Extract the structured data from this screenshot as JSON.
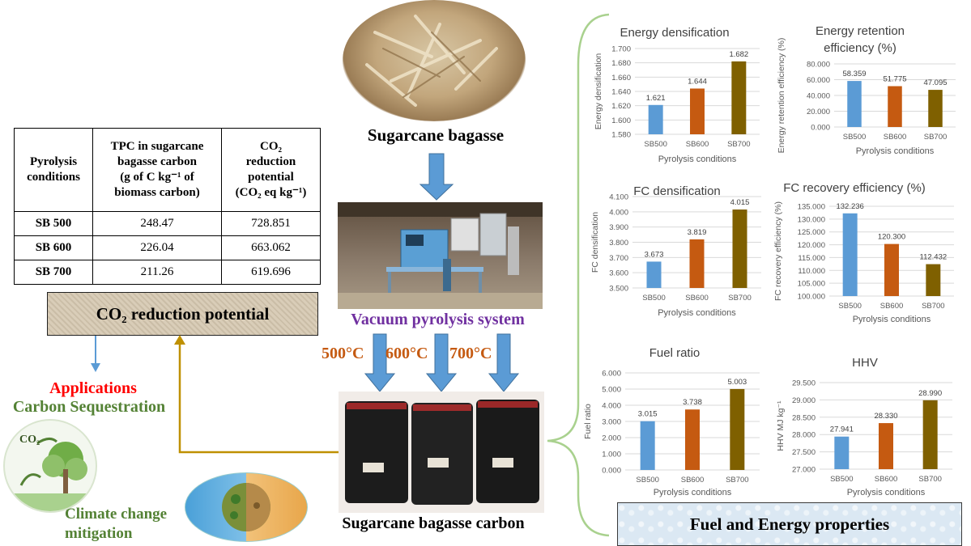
{
  "table": {
    "headers": [
      "Pyrolysis conditions",
      "TPC in sugarcane bagasse carbon (g of C kg⁻¹ of biomass carbon)",
      "CO₂ reduction potential (CO₂ eq kg⁻¹)"
    ],
    "header_lines": {
      "h1": [
        "Pyrolysis",
        "conditions"
      ],
      "h2": [
        "TPC in sugarcane",
        "bagasse carbon",
        "(g of C kg⁻¹ of",
        "biomass carbon)"
      ],
      "h3": [
        "CO₂",
        "reduction",
        "potential",
        "(CO₂ eq kg⁻¹)"
      ]
    },
    "rows": [
      {
        "condition": "SB 500",
        "tpc": "248.47",
        "co2": "728.851"
      },
      {
        "condition": "SB 600",
        "tpc": "226.04",
        "co2": "663.062"
      },
      {
        "condition": "SB 700",
        "tpc": "211.26",
        "co2": "619.696"
      }
    ]
  },
  "labels": {
    "co2_box": "CO₂ reduction potential",
    "applications": "Applications",
    "carbon_seq": "Carbon Sequestration",
    "climate_1": "Climate change",
    "climate_2": "mitigation",
    "sugarcane": "Sugarcane bagasse",
    "vacuum": "Vacuum pyrolysis system",
    "t500": "500°C",
    "t600": "600°C",
    "t700": "700°C",
    "carbon_out": "Sugarcane bagasse carbon",
    "fuel_energy": "Fuel and Energy properties",
    "co2_logo": "CO₂"
  },
  "colors": {
    "sb500": "#5b9bd5",
    "sb600": "#c55a11",
    "sb700": "#7f6000",
    "purple": "#7030a0",
    "orange": "#c55a11",
    "red": "#ff0000",
    "green": "#548235",
    "arrow_blue": "#5b9bd5",
    "arrow_gold": "#bf9000",
    "brace_green": "#a9d18e"
  },
  "chart_data": [
    {
      "type": "bar",
      "title": "Energy densification",
      "categories": [
        "SB500",
        "SB600",
        "SB700"
      ],
      "values": [
        1.621,
        1.644,
        1.682
      ],
      "data_labels": [
        "1.621",
        "1.644",
        "1.682"
      ],
      "xlabel": "Pyrolysis conditions",
      "ylabel": "Energy densification",
      "ylim": [
        1.58,
        1.7
      ],
      "ticks": [
        "1.580",
        "1.600",
        "1.620",
        "1.640",
        "1.660",
        "1.680",
        "1.700"
      ],
      "grid": true
    },
    {
      "type": "bar",
      "title": "Energy retention efficiency (%)",
      "categories": [
        "SB500",
        "SB600",
        "SB700"
      ],
      "values": [
        58.359,
        51.775,
        47.095
      ],
      "data_labels": [
        "58.359",
        "51.775",
        "47.095"
      ],
      "xlabel": "Pyrolysis conditions",
      "ylabel": "Energy retention efficiency (%)",
      "ylim": [
        0,
        80
      ],
      "ticks": [
        "0.000",
        "20.000",
        "40.000",
        "60.000",
        "80.000"
      ],
      "grid": true
    },
    {
      "type": "bar",
      "title": "FC densification",
      "categories": [
        "SB500",
        "SB600",
        "SB700"
      ],
      "values": [
        3.673,
        3.819,
        4.015
      ],
      "data_labels": [
        "3.673",
        "3.819",
        "4.015"
      ],
      "xlabel": "Pyrolysis conditions",
      "ylabel": "FC densification",
      "ylim": [
        3.5,
        4.1
      ],
      "ticks": [
        "3.500",
        "3.600",
        "3.700",
        "3.800",
        "3.900",
        "4.000",
        "4.100"
      ],
      "grid": true
    },
    {
      "type": "bar",
      "title": "FC recovery efficiency (%)",
      "categories": [
        "SB500",
        "SB600",
        "SB700"
      ],
      "values": [
        132.236,
        120.3,
        112.432
      ],
      "data_labels": [
        "132.236",
        "120.300",
        "112.432"
      ],
      "xlabel": "Pyrolysis conditions",
      "ylabel": "FC recovery efficiency (%)",
      "ylim": [
        100,
        135
      ],
      "ticks": [
        "100.000",
        "105.000",
        "110.000",
        "115.000",
        "120.000",
        "125.000",
        "130.000",
        "135.000"
      ],
      "grid": true
    },
    {
      "type": "bar",
      "title": "Fuel ratio",
      "categories": [
        "SB500",
        "SB600",
        "SB700"
      ],
      "values": [
        3.015,
        3.738,
        5.003
      ],
      "data_labels": [
        "3.015",
        "3.738",
        "5.003"
      ],
      "xlabel": "Pyrolysis conditions",
      "ylabel": "Fuel ratio",
      "ylim": [
        0,
        6
      ],
      "ticks": [
        "0.000",
        "1.000",
        "2.000",
        "3.000",
        "4.000",
        "5.000",
        "6.000"
      ],
      "grid": true
    },
    {
      "type": "bar",
      "title": "HHV",
      "categories": [
        "SB500",
        "SB600",
        "SB700"
      ],
      "values": [
        27.941,
        28.33,
        28.99
      ],
      "data_labels": [
        "27.941",
        "28.330",
        "28.990"
      ],
      "xlabel": "Pyrolysis conditions",
      "ylabel": "HHV MJ kg⁻¹",
      "ylim": [
        27,
        29.5
      ],
      "ticks": [
        "27.000",
        "27.500",
        "28.000",
        "28.500",
        "29.000",
        "29.500"
      ],
      "grid": true
    }
  ]
}
